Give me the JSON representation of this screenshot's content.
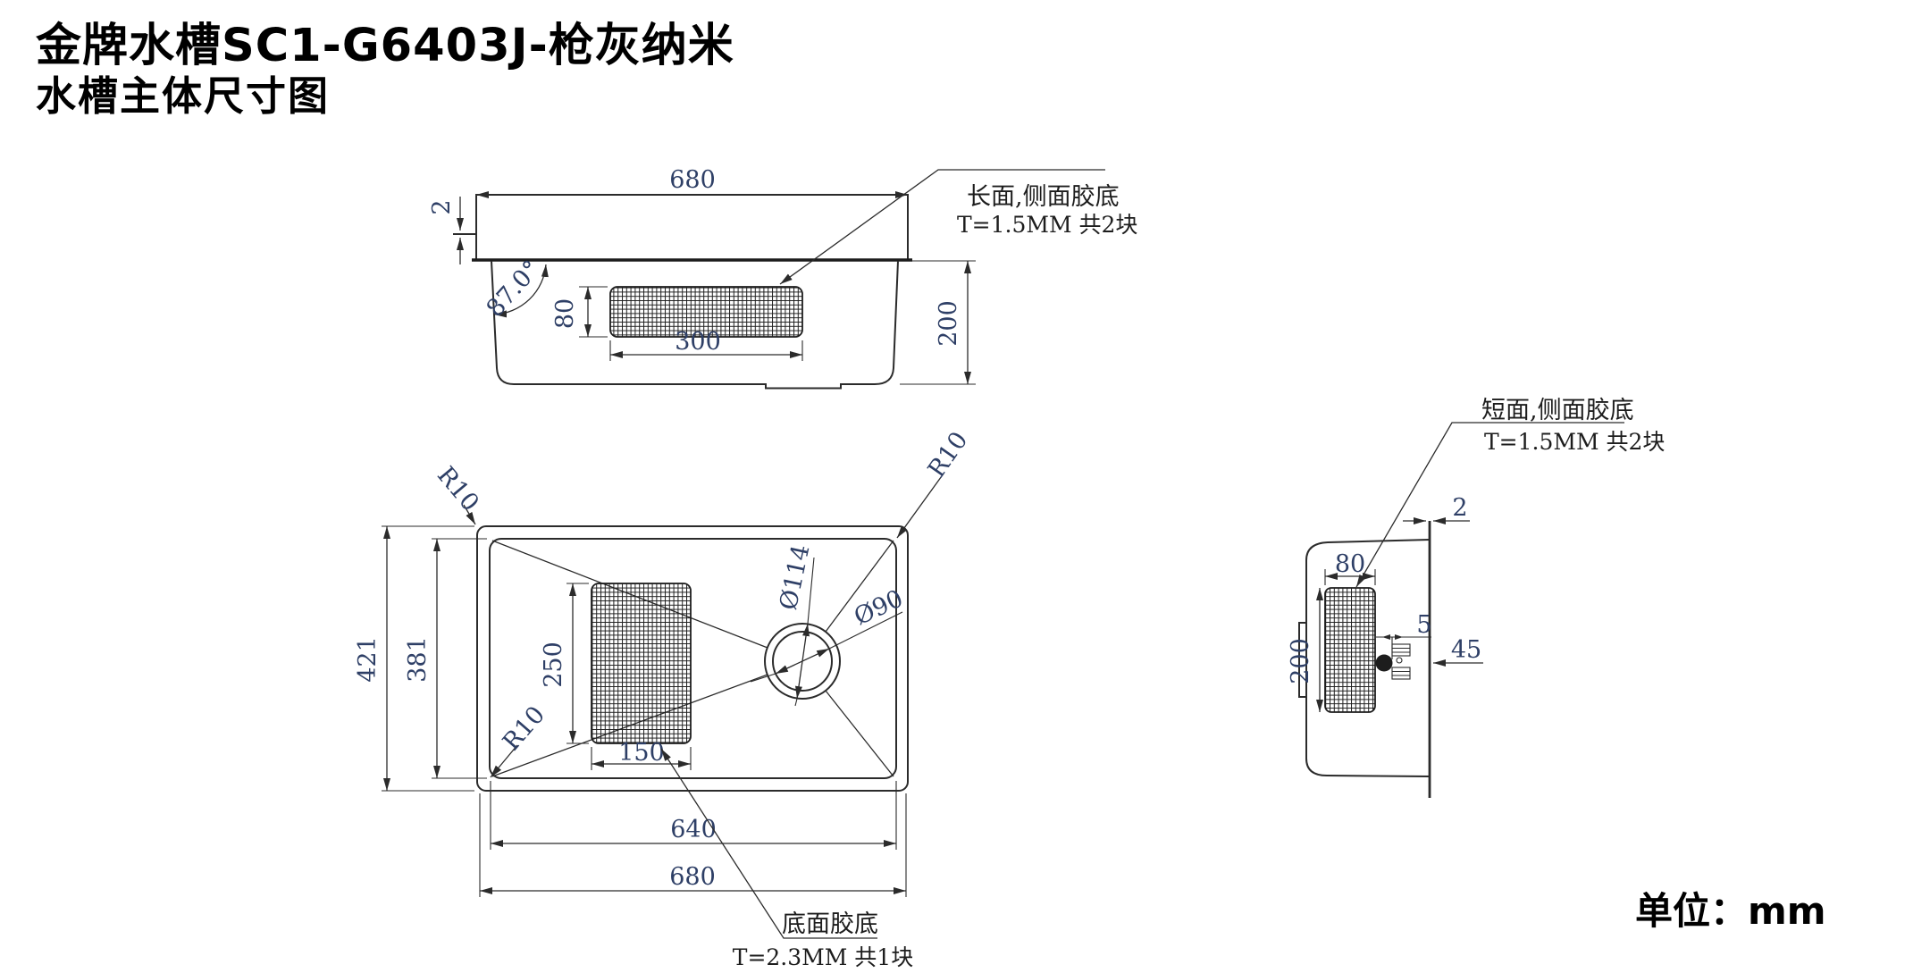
{
  "title": {
    "line1": "金牌水槽SC1-G6403J-枪灰纳米",
    "line2": "水槽主体尺寸图"
  },
  "unit_label": "单位：mm",
  "front_view": {
    "width": "680",
    "rim_edge_thickness": "2",
    "wall_angle": "87.0°",
    "pad_height": "80",
    "pad_length": "300",
    "depth": "200",
    "note": {
      "line1": "长面,侧面胶底",
      "line2": "T=1.5MM 共2块"
    }
  },
  "plan_view": {
    "outer_width": "421",
    "inner_width": "381",
    "pad_width": "250",
    "pad_length": "150",
    "inner_length": "640",
    "outer_length": "680",
    "corner_radius_top_left": "R10",
    "corner_radius_top_right": "R10",
    "corner_radius_bottom_left": "R10",
    "drain_outer_diameter": "Ø114",
    "drain_inner_diameter": "Ø90",
    "note": {
      "line1": "底面胶底",
      "line2": "T=2.3MM 共1块"
    }
  },
  "side_view": {
    "rim_edge_thickness": "2",
    "pad_width": "80",
    "pad_height": "200",
    "drain_gap": "5",
    "drain_offset": "45",
    "note": {
      "line1": "短面,侧面胶底",
      "line2": "T=1.5MM 共2块"
    }
  },
  "colors": {
    "line": "#2b2b2b",
    "dimension_text": "#2e3f66",
    "background": "#ffffff"
  }
}
